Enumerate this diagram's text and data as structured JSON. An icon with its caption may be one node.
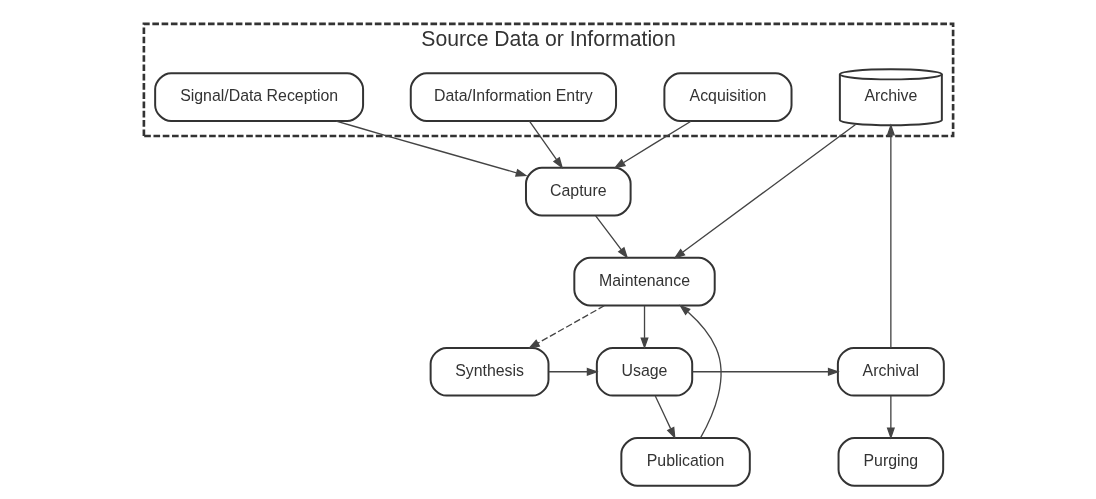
{
  "diagram": {
    "nodes": [
      {
        "text": [
          "Source Data or Information"
        ]
      },
      {
        "text": [
          "Acquisition"
        ],
        "in": 0
      },
      {
        "text": [
          "Data/Information Entry"
        ],
        "in": 0
      },
      {
        "text": [
          "Signal/Data Reception"
        ],
        "in": 0
      },
      {
        "text": [
          "Archive"
        ],
        "in": 0
      },
      {
        "text": [
          "Capture"
        ]
      },
      {
        "text": [
          "Maintenance"
        ]
      },
      {
        "text": [
          "Synthesis"
        ]
      },
      {
        "text": [
          "Usage"
        ]
      },
      {
        "text": [
          "Archival"
        ]
      },
      {
        "text": [
          "Publication"
        ]
      },
      {
        "text": [
          "Purging"
        ]
      }
    ],
    "edges": [
      {
        "from": 1,
        "to": 5,
        "arrow": "to"
      },
      {
        "from": 2,
        "to": 5,
        "arrow": "to"
      },
      {
        "from": 3,
        "to": 5,
        "arrow": "to"
      },
      {
        "from": 4,
        "to": 6,
        "arrow": "to"
      },
      {
        "from": 5,
        "to": 6,
        "arrow": "to"
      },
      {
        "from": 6,
        "to": 8,
        "arrow": "to"
      },
      {
        "from": 6,
        "to": 7,
        "arrow": "to",
        "style": "dashed"
      },
      {
        "from": 7,
        "to": 8,
        "arrow": "to"
      },
      {
        "from": 8,
        "to": 9,
        "arrow": "to"
      },
      {
        "from": 8,
        "to": 10,
        "arrow": "to"
      },
      {
        "from": 9,
        "to": 11,
        "arrow": "to"
      },
      {
        "from": 9,
        "to": 4,
        "arrow": "to"
      },
      {
        "from": 10,
        "to": 6,
        "arrow": "to"
      }
    ]
  }
}
